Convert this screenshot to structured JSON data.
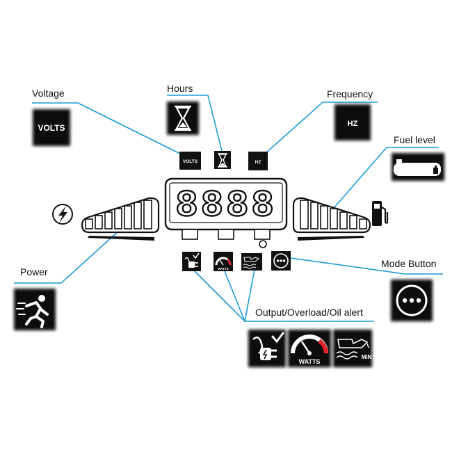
{
  "labels": {
    "voltage": "Voltage",
    "hours": "Hours",
    "frequency": "Frequency",
    "fuel_level": "Fuel level",
    "power": "Power",
    "mode_button": "Mode Button",
    "output_overload_oil": "Output/Overload/Oil alert"
  },
  "icon_text": {
    "volts": "VOLTS",
    "hz": "HZ",
    "watts": "WATTS",
    "min": "MIN"
  },
  "display": {
    "digits": "8888"
  },
  "icons": {
    "power": "lightning-bolt-icon",
    "fuel": "fuel-pump-icon",
    "hours": "hourglass-icon",
    "fuel_tank": "fuel-tank-icon",
    "power_large": "running-man-icon",
    "mode": "three-dots-icon",
    "output": "plug-check-icon",
    "overload": "gauge-icon",
    "oil": "oil-can-icon"
  },
  "colors": {
    "leader_line": "#1a9ad6",
    "icon_bg": "#111111",
    "overload_red": "#e0222a"
  }
}
